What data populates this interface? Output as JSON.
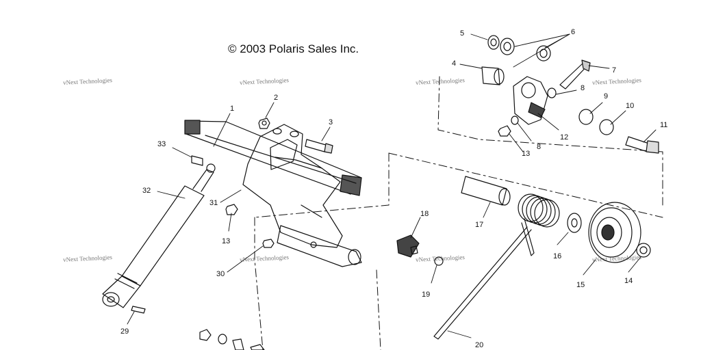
{
  "copyright": "© 2003 Polaris Sales Inc.",
  "watermark": "vNext Technologies",
  "callouts": [
    "1",
    "2",
    "3",
    "4",
    "5",
    "6",
    "7",
    "8",
    "8",
    "9",
    "10",
    "11",
    "12",
    "13",
    "13",
    "14",
    "15",
    "16",
    "17",
    "18",
    "19",
    "20",
    "29",
    "30",
    "31",
    "32",
    "33"
  ],
  "colors": {
    "line": "#111111",
    "shade": "#888888",
    "watermark": "#777777"
  }
}
